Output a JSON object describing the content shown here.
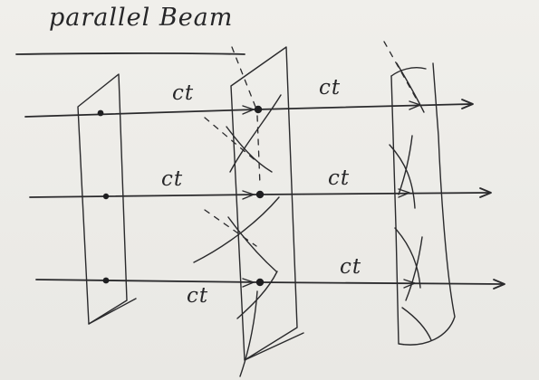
{
  "title": "parallel Beam",
  "labels": {
    "ray1_left": "ct",
    "ray1_right": "ct",
    "ray2_left": "ct",
    "ray2_right": "ct",
    "ray3_left": "ct",
    "ray3_right": "ct"
  },
  "colors": {
    "ink": "#2a2a2c",
    "paper": "#ecebe7"
  }
}
